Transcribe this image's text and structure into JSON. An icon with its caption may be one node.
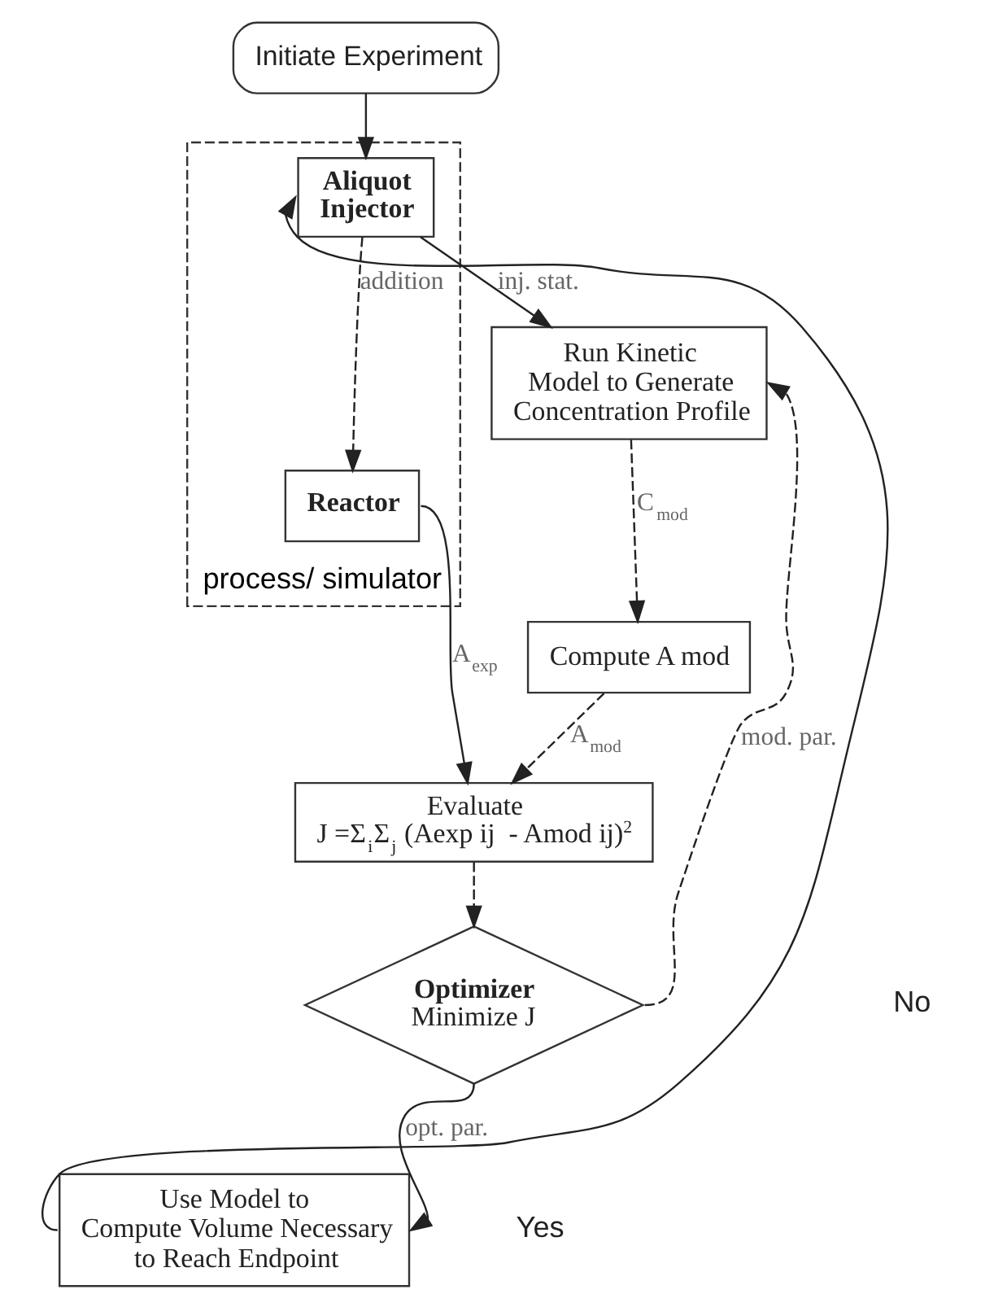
{
  "diagram": {
    "nodes": [
      {
        "text": [
          "Initiate Experiment"
        ]
      },
      {
        "text": [
          "process/ simulator"
        ]
      },
      {
        "text": [
          "Aliquot Injector"
        ],
        "in": 1
      },
      {
        "text": [
          "Reactor"
        ],
        "in": 1
      },
      {
        "text": [
          "Run Kinetic Model to Generate Concentration Profile"
        ]
      },
      {
        "text": [
          "Compute A mod"
        ]
      },
      {
        "text": [
          "Evaluate",
          "J =Σ$_{i}$Σ$_{j}$ (Aexp ij  - Amod ij)$^{2}$"
        ]
      },
      {
        "text": [
          "Optimizer",
          "Minimize J"
        ]
      },
      {
        "text": [
          "Use Model to Compute Volume Necessary to Reach Endpoint"
        ]
      }
    ],
    "edges": [
      {
        "from": 0,
        "to": 2,
        "arrow": "to"
      },
      {
        "from": 2,
        "to": 4,
        "arrow": "to",
        "label": "inj. stat."
      },
      {
        "from": 2,
        "to": 3,
        "arrow": "to",
        "label": "addition",
        "style": "dashed"
      },
      {
        "from": 3,
        "to": 6,
        "arrow": "to",
        "label": "A$_{exp}$"
      },
      {
        "from": 4,
        "to": 5,
        "arrow": "to",
        "label": "C$_{mod}$",
        "style": "dashed"
      },
      {
        "from": 5,
        "to": 6,
        "arrow": "to",
        "label": "A$_{mod}$",
        "style": "dashed"
      },
      {
        "from": 6,
        "to": 7,
        "arrow": "to",
        "style": "dashed"
      },
      {
        "from": 7,
        "to": 4,
        "arrow": "to",
        "label": "mod. par.",
        "style": "dashed"
      },
      {
        "from": 7,
        "to": 8,
        "arrow": "to",
        "label": "opt. par."
      },
      {
        "from": 8,
        "to": 2,
        "arrow": "to"
      }
    ],
    "labels": [
      "No",
      "Yes"
    ]
  }
}
